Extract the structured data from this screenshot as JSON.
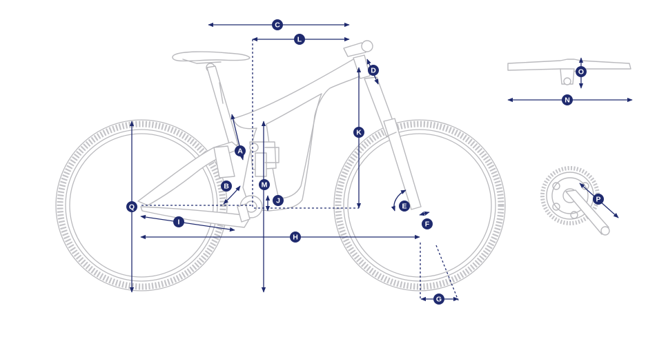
{
  "colors": {
    "dimension": "#1f2a6e",
    "outline": "#b9b9bd",
    "background": "#ffffff"
  },
  "labels": {
    "A": "A",
    "B": "B",
    "C": "C",
    "D": "D",
    "E": "E",
    "F": "F",
    "G": "G",
    "H": "H",
    "I": "I",
    "J": "J",
    "K": "K",
    "L": "L",
    "M": "M",
    "N": "N",
    "O": "O",
    "P": "P",
    "Q": "Q"
  }
}
